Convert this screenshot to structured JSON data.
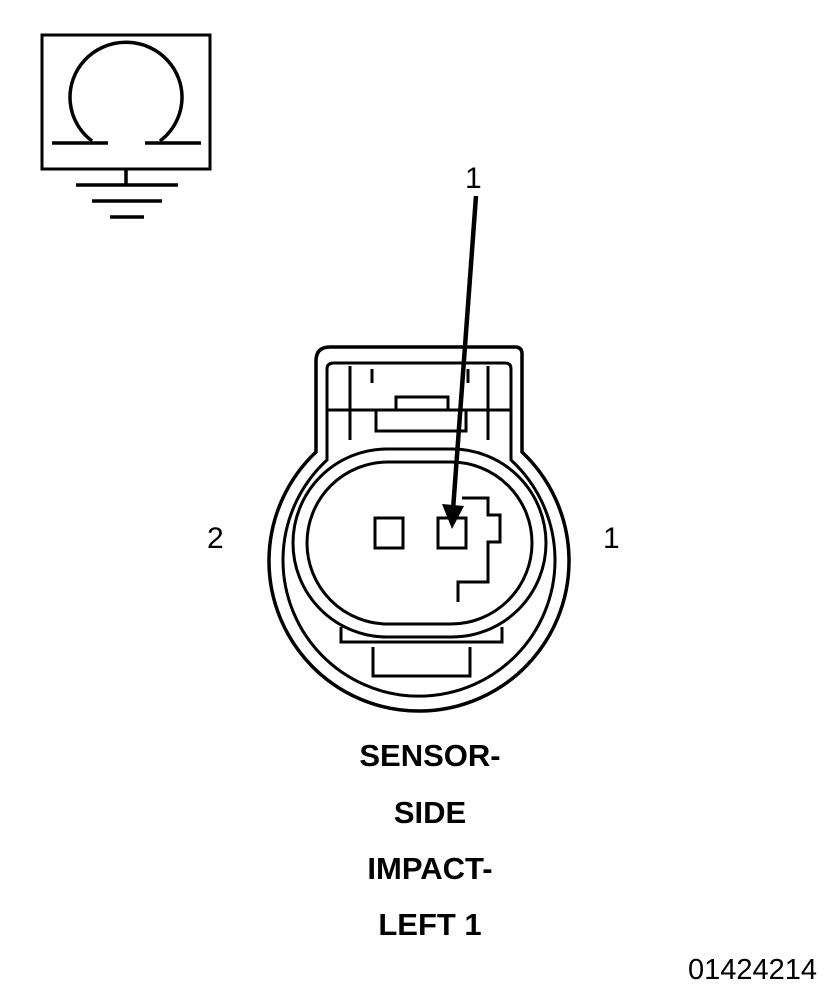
{
  "diagram": {
    "callout_label": "1",
    "pin_labels": {
      "left": "2",
      "right": "1"
    },
    "title_lines": [
      "SENSOR-",
      "SIDE",
      "IMPACT-",
      "LEFT 1"
    ],
    "figure_id": "01424214",
    "symbol": {
      "name": "ohmmeter-ground-icon"
    },
    "colors": {
      "line": "#000000",
      "background": "#ffffff"
    }
  }
}
